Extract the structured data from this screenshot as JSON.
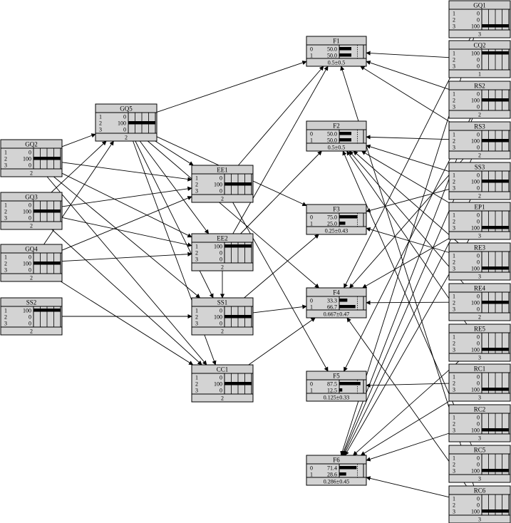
{
  "nodes": [
    {
      "id": "GQ1",
      "title": "GQ1",
      "rows": [
        {
          "s": "1",
          "v": "0",
          "f": 0
        },
        {
          "s": "2",
          "v": "0",
          "f": 0
        },
        {
          "s": "3",
          "v": "100",
          "f": 1
        }
      ],
      "footer": "3",
      "kind": "state"
    },
    {
      "id": "CQ2",
      "title": "CQ2",
      "rows": [
        {
          "s": "1",
          "v": "100",
          "f": 1
        },
        {
          "s": "2",
          "v": "0",
          "f": 0
        },
        {
          "s": "3",
          "v": "0",
          "f": 0
        }
      ],
      "footer": "1",
      "kind": "state"
    },
    {
      "id": "RS2",
      "title": "RS2",
      "rows": [
        {
          "s": "1",
          "v": "0",
          "f": 0
        },
        {
          "s": "2",
          "v": "100",
          "f": 1
        },
        {
          "s": "3",
          "v": "0",
          "f": 0
        }
      ],
      "footer": "2",
      "kind": "state"
    },
    {
      "id": "RS3",
      "title": "RS3",
      "rows": [
        {
          "s": "1",
          "v": "0",
          "f": 0
        },
        {
          "s": "2",
          "v": "100",
          "f": 1
        },
        {
          "s": "3",
          "v": "0",
          "f": 0
        }
      ],
      "footer": "2",
      "kind": "state"
    },
    {
      "id": "SS3",
      "title": "SS3",
      "rows": [
        {
          "s": "1",
          "v": "0",
          "f": 0
        },
        {
          "s": "2",
          "v": "100",
          "f": 1
        },
        {
          "s": "3",
          "v": "0",
          "f": 0
        }
      ],
      "footer": "2",
      "kind": "state"
    },
    {
      "id": "EP1",
      "title": "EP1",
      "rows": [
        {
          "s": "1",
          "v": "0",
          "f": 0
        },
        {
          "s": "2",
          "v": "0",
          "f": 0
        },
        {
          "s": "3",
          "v": "100",
          "f": 1
        }
      ],
      "footer": "3",
      "kind": "state"
    },
    {
      "id": "RE3",
      "title": "RE3",
      "rows": [
        {
          "s": "1",
          "v": "0",
          "f": 0
        },
        {
          "s": "2",
          "v": "0",
          "f": 0
        },
        {
          "s": "3",
          "v": "100",
          "f": 1
        }
      ],
      "footer": "3",
      "kind": "state"
    },
    {
      "id": "RE4",
      "title": "RE4",
      "rows": [
        {
          "s": "1",
          "v": "0",
          "f": 0
        },
        {
          "s": "2",
          "v": "100",
          "f": 1
        },
        {
          "s": "3",
          "v": "0",
          "f": 0
        }
      ],
      "footer": "2",
      "kind": "state"
    },
    {
      "id": "RE5",
      "title": "RE5",
      "rows": [
        {
          "s": "1",
          "v": "0",
          "f": 0
        },
        {
          "s": "2",
          "v": "0",
          "f": 0
        },
        {
          "s": "3",
          "v": "100",
          "f": 1
        }
      ],
      "footer": "3",
      "kind": "state"
    },
    {
      "id": "RC1",
      "title": "RC1",
      "rows": [
        {
          "s": "1",
          "v": "0",
          "f": 0
        },
        {
          "s": "2",
          "v": "0",
          "f": 0
        },
        {
          "s": "3",
          "v": "100",
          "f": 1
        }
      ],
      "footer": "3",
      "kind": "state"
    },
    {
      "id": "RC2",
      "title": "RC2",
      "rows": [
        {
          "s": "1",
          "v": "0",
          "f": 0
        },
        {
          "s": "2",
          "v": "0",
          "f": 0
        },
        {
          "s": "3",
          "v": "100",
          "f": 1
        }
      ],
      "footer": "3",
      "kind": "state"
    },
    {
      "id": "RC5",
      "title": "RC5",
      "rows": [
        {
          "s": "1",
          "v": "0",
          "f": 0
        },
        {
          "s": "2",
          "v": "0",
          "f": 0
        },
        {
          "s": "3",
          "v": "100",
          "f": 1
        }
      ],
      "footer": "3",
      "kind": "state"
    },
    {
      "id": "RC6",
      "title": "RC6",
      "rows": [
        {
          "s": "1",
          "v": "0",
          "f": 0
        },
        {
          "s": "2",
          "v": "0",
          "f": 0
        },
        {
          "s": "3",
          "v": "100",
          "f": 1
        }
      ],
      "footer": "3",
      "kind": "state"
    },
    {
      "id": "GQ5",
      "title": "GQ5",
      "rows": [
        {
          "s": "1",
          "v": "0",
          "f": 0
        },
        {
          "s": "2",
          "v": "100",
          "f": 1
        },
        {
          "s": "3",
          "v": "0",
          "f": 0
        }
      ],
      "footer": "2",
      "kind": "state"
    },
    {
      "id": "GQ2",
      "title": "GQ2",
      "rows": [
        {
          "s": "1",
          "v": "0",
          "f": 0
        },
        {
          "s": "2",
          "v": "100",
          "f": 1
        },
        {
          "s": "3",
          "v": "0",
          "f": 0
        }
      ],
      "footer": "2",
      "kind": "state"
    },
    {
      "id": "GQ3",
      "title": "GQ3",
      "rows": [
        {
          "s": "1",
          "v": "0",
          "f": 0
        },
        {
          "s": "2",
          "v": "100",
          "f": 1
        },
        {
          "s": "3",
          "v": "0",
          "f": 0
        }
      ],
      "footer": "2",
      "kind": "state"
    },
    {
      "id": "GQ4",
      "title": "GQ4",
      "rows": [
        {
          "s": "1",
          "v": "0",
          "f": 0
        },
        {
          "s": "2",
          "v": "100",
          "f": 1
        },
        {
          "s": "3",
          "v": "0",
          "f": 0
        }
      ],
      "footer": "2",
      "kind": "state"
    },
    {
      "id": "SS2",
      "title": "SS2",
      "rows": [
        {
          "s": "1",
          "v": "100",
          "f": 1
        },
        {
          "s": "2",
          "v": "0",
          "f": 0
        },
        {
          "s": "3",
          "v": "0",
          "f": 0
        }
      ],
      "footer": "2",
      "kind": "state"
    },
    {
      "id": "EE1",
      "title": "EE1",
      "rows": [
        {
          "s": "1",
          "v": "0",
          "f": 0
        },
        {
          "s": "2",
          "v": "100",
          "f": 1
        },
        {
          "s": "3",
          "v": "0",
          "f": 0
        }
      ],
      "footer": "2",
      "kind": "state"
    },
    {
      "id": "EE2",
      "title": "EE2",
      "rows": [
        {
          "s": "1",
          "v": "100",
          "f": 1
        },
        {
          "s": "2",
          "v": "0",
          "f": 0
        },
        {
          "s": "3",
          "v": "0",
          "f": 0
        }
      ],
      "footer": "2",
      "kind": "state"
    },
    {
      "id": "SS1",
      "title": "SS1",
      "rows": [
        {
          "s": "1",
          "v": "0",
          "f": 0
        },
        {
          "s": "2",
          "v": "100",
          "f": 1
        },
        {
          "s": "3",
          "v": "0",
          "f": 0
        }
      ],
      "footer": "2",
      "kind": "state"
    },
    {
      "id": "CC1",
      "title": "CC1",
      "rows": [
        {
          "s": "1",
          "v": "0",
          "f": 0
        },
        {
          "s": "2",
          "v": "100",
          "f": 1
        },
        {
          "s": "3",
          "v": "0",
          "f": 0
        }
      ],
      "footer": "2",
      "kind": "state"
    },
    {
      "id": "F1",
      "title": "F1",
      "rows": [
        {
          "s": "0",
          "v": "50.0",
          "f": 0.5
        },
        {
          "s": "1",
          "v": "50.0",
          "f": 0.5
        }
      ],
      "footer": "0.5±0.5",
      "kind": "binary"
    },
    {
      "id": "F2",
      "title": "F2",
      "rows": [
        {
          "s": "0",
          "v": "50.0",
          "f": 0.5
        },
        {
          "s": "1",
          "v": "50.0",
          "f": 0.5
        }
      ],
      "footer": "0.5±0.5",
      "kind": "binary"
    },
    {
      "id": "F3",
      "title": "F3",
      "rows": [
        {
          "s": "0",
          "v": "75.0",
          "f": 0.75
        },
        {
          "s": "1",
          "v": "25.0",
          "f": 0.25
        }
      ],
      "footer": "0.25±0.43",
      "kind": "binary"
    },
    {
      "id": "F4",
      "title": "F4",
      "rows": [
        {
          "s": "0",
          "v": "33.3",
          "f": 0.333
        },
        {
          "s": "1",
          "v": "66.7",
          "f": 0.667
        }
      ],
      "footer": "0.667±0.47",
      "kind": "binary"
    },
    {
      "id": "F5",
      "title": "F5",
      "rows": [
        {
          "s": "0",
          "v": "87.5",
          "f": 0.875
        },
        {
          "s": "1",
          "v": "12.5",
          "f": 0.125
        }
      ],
      "footer": "0.125±0.33",
      "kind": "binary"
    },
    {
      "id": "F6",
      "title": "F6",
      "rows": [
        {
          "s": "0",
          "v": "71.4",
          "f": 0.714
        },
        {
          "s": "1",
          "v": "28.6",
          "f": 0.286
        }
      ],
      "footer": "0.286±0.45",
      "kind": "binary"
    }
  ],
  "edges": [
    [
      "GQ5",
      "F1"
    ],
    [
      "GQ5",
      "EE1"
    ],
    [
      "GQ5",
      "EE2"
    ],
    [
      "GQ5",
      "F3"
    ],
    [
      "GQ5",
      "F4"
    ],
    [
      "GQ5",
      "SS1"
    ],
    [
      "GQ5",
      "CC1"
    ],
    [
      "GQ2",
      "GQ5"
    ],
    [
      "GQ2",
      "EE1"
    ],
    [
      "GQ2",
      "EE2"
    ],
    [
      "GQ2",
      "SS1"
    ],
    [
      "GQ2",
      "CC1"
    ],
    [
      "GQ3",
      "GQ5"
    ],
    [
      "GQ3",
      "EE1"
    ],
    [
      "GQ3",
      "EE2"
    ],
    [
      "GQ3",
      "CC1"
    ],
    [
      "GQ4",
      "GQ5"
    ],
    [
      "GQ4",
      "EE1"
    ],
    [
      "GQ4",
      "EE2"
    ],
    [
      "GQ4",
      "CC1"
    ],
    [
      "SS2",
      "SS1"
    ],
    [
      "EE1",
      "F1"
    ],
    [
      "EE1",
      "F5"
    ],
    [
      "EE2",
      "F1"
    ],
    [
      "EE2",
      "F2"
    ],
    [
      "EE2",
      "SS1"
    ],
    [
      "SS1",
      "F3"
    ],
    [
      "SS1",
      "F4"
    ],
    [
      "CC1",
      "F4"
    ],
    [
      "GQ1",
      "F4"
    ],
    [
      "GQ1",
      "F6"
    ],
    [
      "CQ2",
      "F1"
    ],
    [
      "RS2",
      "F1"
    ],
    [
      "RS2",
      "F5"
    ],
    [
      "RS2",
      "F6"
    ],
    [
      "RS3",
      "F1"
    ],
    [
      "RS3",
      "F2"
    ],
    [
      "RS3",
      "F4"
    ],
    [
      "RS3",
      "F6"
    ],
    [
      "SS3",
      "F2"
    ],
    [
      "SS3",
      "F3"
    ],
    [
      "SS3",
      "F6"
    ],
    [
      "EP1",
      "F2"
    ],
    [
      "EP1",
      "F4"
    ],
    [
      "EP1",
      "F6"
    ],
    [
      "RE3",
      "F2"
    ],
    [
      "RE3",
      "F3"
    ],
    [
      "RE4",
      "F2"
    ],
    [
      "RE4",
      "F4"
    ],
    [
      "RE5",
      "F2"
    ],
    [
      "RE5",
      "F6"
    ],
    [
      "RC1",
      "F5"
    ],
    [
      "RC1",
      "F6"
    ],
    [
      "RC2",
      "F6"
    ],
    [
      "RC5",
      "F2"
    ],
    [
      "RC6",
      "F1"
    ],
    [
      "RC6",
      "F6"
    ],
    [
      "RC6",
      "F4"
    ]
  ]
}
